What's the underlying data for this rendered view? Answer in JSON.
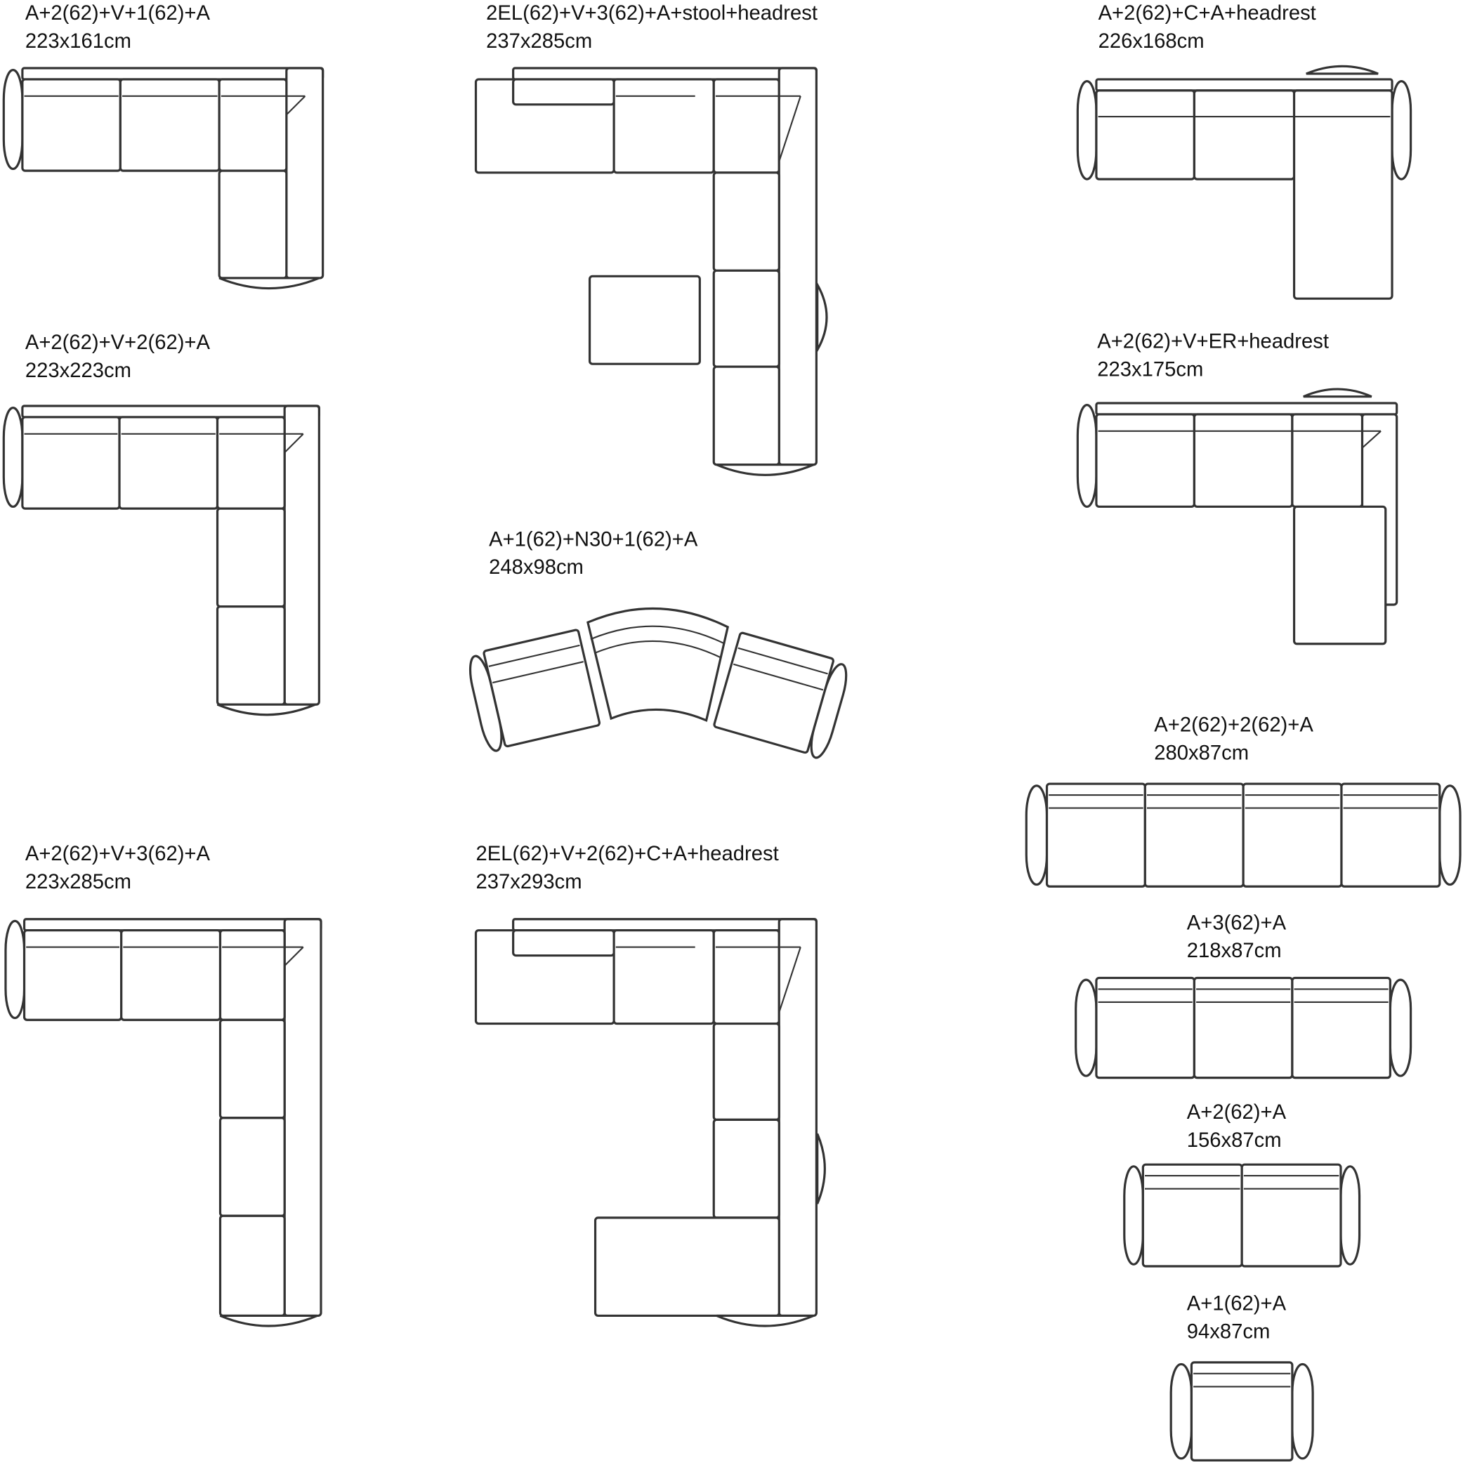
{
  "configurations": [
    {
      "name": "A+2(62)+V+1(62)+A",
      "size": "223x161cm"
    },
    {
      "name": "A+2(62)+V+2(62)+A",
      "size": "223x223cm"
    },
    {
      "name": "A+2(62)+V+3(62)+A",
      "size": "223x285cm"
    },
    {
      "name": "2EL(62)+V+3(62)+A+stool+headrest",
      "size": "237x285cm"
    },
    {
      "name": "2EL(62)+V+2(62)+C+A+headrest",
      "size": "237x293cm"
    },
    {
      "name": "A+1(62)+N30+1(62)+A",
      "size": "248x98cm"
    },
    {
      "name": "A+2(62)+C+A+headrest",
      "size": "226x168cm"
    },
    {
      "name": "A+2(62)+V+ER+headrest",
      "size": "223x175cm"
    },
    {
      "name": "A+2(62)+2(62)+A",
      "size": "280x87cm"
    },
    {
      "name": "A+3(62)+A",
      "size": "218x87cm"
    },
    {
      "name": "A+2(62)+A",
      "size": "156x87cm"
    },
    {
      "name": "A+1(62)+A",
      "size": "94x87cm"
    }
  ],
  "colors": {
    "line": "#333333",
    "background": "#ffffff"
  }
}
